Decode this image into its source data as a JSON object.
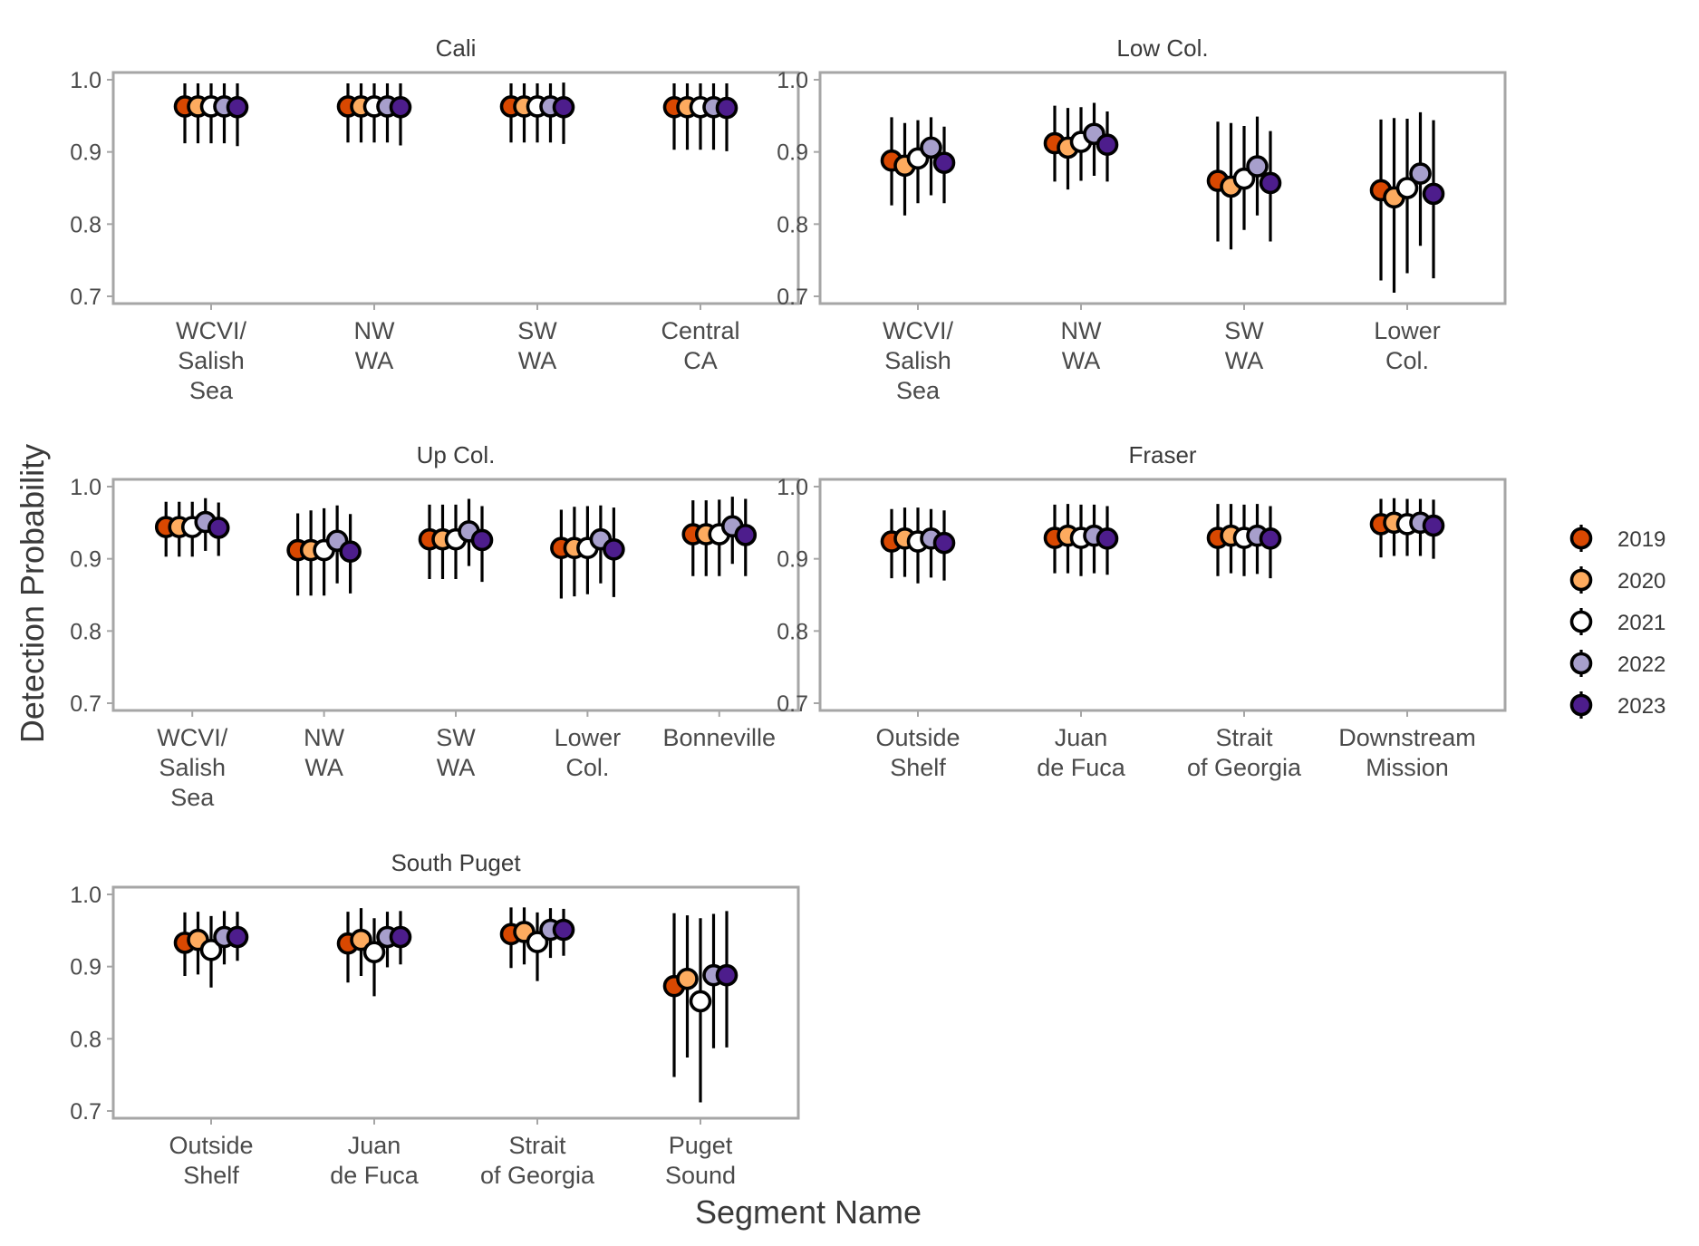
{
  "chart_data": {
    "type": "scatter",
    "xlabel": "Segment Name",
    "ylabel": "Detection Probability",
    "ylim": [
      0.7,
      1.0
    ],
    "yticks": [
      "0.7",
      "0.8",
      "0.9",
      "1.0"
    ],
    "legend": {
      "position": "right",
      "entries": [
        {
          "label": "2019",
          "color": "#d94801"
        },
        {
          "label": "2020",
          "color": "#fdab5f"
        },
        {
          "label": "2021",
          "color": "#ffffff"
        },
        {
          "label": "2022",
          "color": "#a79fcc"
        },
        {
          "label": "2023",
          "color": "#4d1d8c"
        }
      ]
    },
    "panels": [
      {
        "title": "Cali",
        "categories": [
          {
            "label": [
              "WCVI/",
              "Salish",
              "Sea"
            ],
            "values": [
              0.963,
              0.963,
              0.963,
              0.963,
              0.962
            ],
            "lower": [
              0.912,
              0.912,
              0.912,
              0.912,
              0.908
            ],
            "upper": [
              0.995,
              0.995,
              0.995,
              0.995,
              0.995
            ]
          },
          {
            "label": [
              "NW",
              "WA"
            ],
            "values": [
              0.963,
              0.963,
              0.963,
              0.963,
              0.962
            ],
            "lower": [
              0.913,
              0.913,
              0.913,
              0.913,
              0.909
            ],
            "upper": [
              0.995,
              0.995,
              0.995,
              0.995,
              0.995
            ]
          },
          {
            "label": [
              "SW",
              "WA"
            ],
            "values": [
              0.963,
              0.963,
              0.963,
              0.963,
              0.962
            ],
            "lower": [
              0.913,
              0.913,
              0.913,
              0.913,
              0.911
            ],
            "upper": [
              0.995,
              0.995,
              0.995,
              0.995,
              0.996
            ]
          },
          {
            "label": [
              "Central",
              "CA"
            ],
            "values": [
              0.962,
              0.962,
              0.962,
              0.962,
              0.961
            ],
            "lower": [
              0.903,
              0.903,
              0.903,
              0.903,
              0.901
            ],
            "upper": [
              0.995,
              0.995,
              0.995,
              0.995,
              0.995
            ]
          }
        ]
      },
      {
        "title": "Low Col.",
        "categories": [
          {
            "label": [
              "WCVI/",
              "Salish",
              "Sea"
            ],
            "values": [
              0.888,
              0.881,
              0.891,
              0.906,
              0.885
            ],
            "lower": [
              0.826,
              0.812,
              0.829,
              0.84,
              0.829
            ],
            "upper": [
              0.948,
              0.94,
              0.944,
              0.948,
              0.935
            ]
          },
          {
            "label": [
              "NW",
              "WA"
            ],
            "values": [
              0.912,
              0.906,
              0.914,
              0.925,
              0.91
            ],
            "lower": [
              0.859,
              0.848,
              0.86,
              0.867,
              0.859
            ],
            "upper": [
              0.964,
              0.961,
              0.962,
              0.968,
              0.956
            ]
          },
          {
            "label": [
              "SW",
              "WA"
            ],
            "values": [
              0.86,
              0.852,
              0.863,
              0.88,
              0.857
            ],
            "lower": [
              0.776,
              0.765,
              0.792,
              0.812,
              0.776
            ],
            "upper": [
              0.942,
              0.94,
              0.936,
              0.949,
              0.929
            ]
          },
          {
            "label": [
              "Lower",
              "Col."
            ],
            "values": [
              0.847,
              0.837,
              0.85,
              0.87,
              0.842
            ],
            "lower": [
              0.722,
              0.705,
              0.732,
              0.77,
              0.725
            ],
            "upper": [
              0.945,
              0.947,
              0.946,
              0.955,
              0.944
            ]
          }
        ]
      },
      {
        "title": "Up Col.",
        "categories": [
          {
            "label": [
              "WCVI/",
              "Salish",
              "Sea"
            ],
            "values": [
              0.944,
              0.944,
              0.944,
              0.951,
              0.943
            ],
            "lower": [
              0.903,
              0.903,
              0.903,
              0.911,
              0.904
            ],
            "upper": [
              0.979,
              0.979,
              0.979,
              0.984,
              0.978
            ]
          },
          {
            "label": [
              "NW",
              "WA"
            ],
            "values": [
              0.912,
              0.912,
              0.912,
              0.925,
              0.91
            ],
            "lower": [
              0.849,
              0.849,
              0.849,
              0.866,
              0.852
            ],
            "upper": [
              0.963,
              0.967,
              0.97,
              0.974,
              0.962
            ]
          },
          {
            "label": [
              "SW",
              "WA"
            ],
            "values": [
              0.927,
              0.927,
              0.927,
              0.938,
              0.926
            ],
            "lower": [
              0.872,
              0.872,
              0.872,
              0.89,
              0.868
            ],
            "upper": [
              0.975,
              0.975,
              0.975,
              0.983,
              0.973
            ]
          },
          {
            "label": [
              "Lower",
              "Col."
            ],
            "values": [
              0.915,
              0.915,
              0.915,
              0.927,
              0.913
            ],
            "lower": [
              0.845,
              0.848,
              0.851,
              0.866,
              0.847
            ],
            "upper": [
              0.968,
              0.972,
              0.973,
              0.974,
              0.971
            ]
          },
          {
            "label": [
              "Bonneville"
            ],
            "values": [
              0.934,
              0.934,
              0.934,
              0.945,
              0.933
            ],
            "lower": [
              0.876,
              0.876,
              0.876,
              0.893,
              0.876
            ],
            "upper": [
              0.981,
              0.981,
              0.982,
              0.986,
              0.983
            ]
          }
        ]
      },
      {
        "title": "Fraser",
        "categories": [
          {
            "label": [
              "Outside",
              "Shelf"
            ],
            "values": [
              0.924,
              0.928,
              0.924,
              0.928,
              0.922
            ],
            "lower": [
              0.873,
              0.875,
              0.866,
              0.874,
              0.87
            ],
            "upper": [
              0.969,
              0.971,
              0.971,
              0.969,
              0.967
            ]
          },
          {
            "label": [
              "Juan",
              "de Fuca"
            ],
            "values": [
              0.929,
              0.932,
              0.929,
              0.932,
              0.928
            ],
            "lower": [
              0.88,
              0.88,
              0.876,
              0.88,
              0.878
            ],
            "upper": [
              0.975,
              0.976,
              0.975,
              0.975,
              0.973
            ]
          },
          {
            "label": [
              "Strait",
              "of Georgia"
            ],
            "values": [
              0.929,
              0.932,
              0.929,
              0.932,
              0.928
            ],
            "lower": [
              0.876,
              0.88,
              0.876,
              0.879,
              0.873
            ],
            "upper": [
              0.976,
              0.976,
              0.975,
              0.976,
              0.973
            ]
          },
          {
            "label": [
              "Downstream",
              "Mission"
            ],
            "values": [
              0.948,
              0.95,
              0.948,
              0.95,
              0.946
            ],
            "lower": [
              0.902,
              0.904,
              0.904,
              0.904,
              0.9
            ],
            "upper": [
              0.983,
              0.984,
              0.983,
              0.983,
              0.982
            ]
          }
        ]
      },
      {
        "title": "South Puget",
        "categories": [
          {
            "label": [
              "Outside",
              "Shelf"
            ],
            "values": [
              0.933,
              0.937,
              0.923,
              0.941,
              0.941
            ],
            "lower": [
              0.887,
              0.889,
              0.871,
              0.903,
              0.908
            ],
            "upper": [
              0.975,
              0.976,
              0.97,
              0.977,
              0.976
            ]
          },
          {
            "label": [
              "Juan",
              "de Fuca"
            ],
            "values": [
              0.932,
              0.937,
              0.92,
              0.941,
              0.941
            ],
            "lower": [
              0.878,
              0.887,
              0.859,
              0.899,
              0.903
            ],
            "upper": [
              0.976,
              0.981,
              0.967,
              0.976,
              0.977
            ]
          },
          {
            "label": [
              "Strait",
              "of Georgia"
            ],
            "values": [
              0.945,
              0.948,
              0.934,
              0.951,
              0.951
            ],
            "lower": [
              0.898,
              0.903,
              0.88,
              0.912,
              0.915
            ],
            "upper": [
              0.982,
              0.982,
              0.975,
              0.981,
              0.98
            ]
          },
          {
            "label": [
              "Puget",
              "Sound"
            ],
            "values": [
              0.873,
              0.883,
              0.852,
              0.888,
              0.888
            ],
            "lower": [
              0.747,
              0.774,
              0.712,
              0.787,
              0.788
            ],
            "upper": [
              0.974,
              0.971,
              0.967,
              0.973,
              0.977
            ]
          }
        ]
      }
    ]
  }
}
